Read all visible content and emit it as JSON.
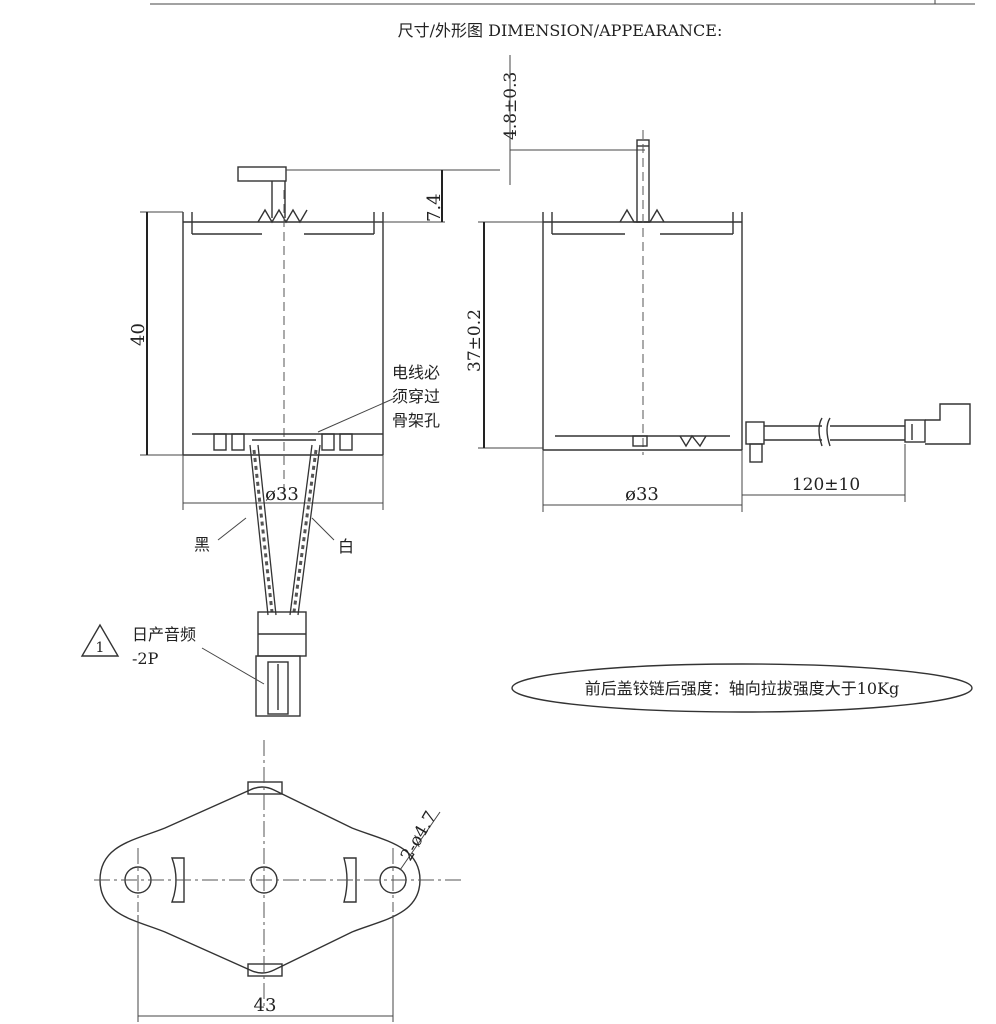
{
  "header": {
    "title": "尺寸/外形图 DIMENSION/APPEARANCE:"
  },
  "dimensions": {
    "plunger_dia": "4.8±0.3",
    "plunger_stroke": "7.4",
    "body_height_front": "40",
    "body_height_side": "37±0.2",
    "body_dia_front": "ø33",
    "body_dia_side": "ø33",
    "lead_length": "120±10",
    "mount_holes": "2-ø4.7",
    "mount_width": "43"
  },
  "notes": {
    "wire_note": [
      "电线必",
      "须穿过",
      "骨架孔"
    ],
    "black_wire": "黑",
    "white_wire": "白",
    "connector": [
      "日产音频",
      "-2P"
    ],
    "warning_symbol": "1",
    "pull_strength": "前后盖铰链后强度：轴向拉拔强度大于10Kg"
  }
}
